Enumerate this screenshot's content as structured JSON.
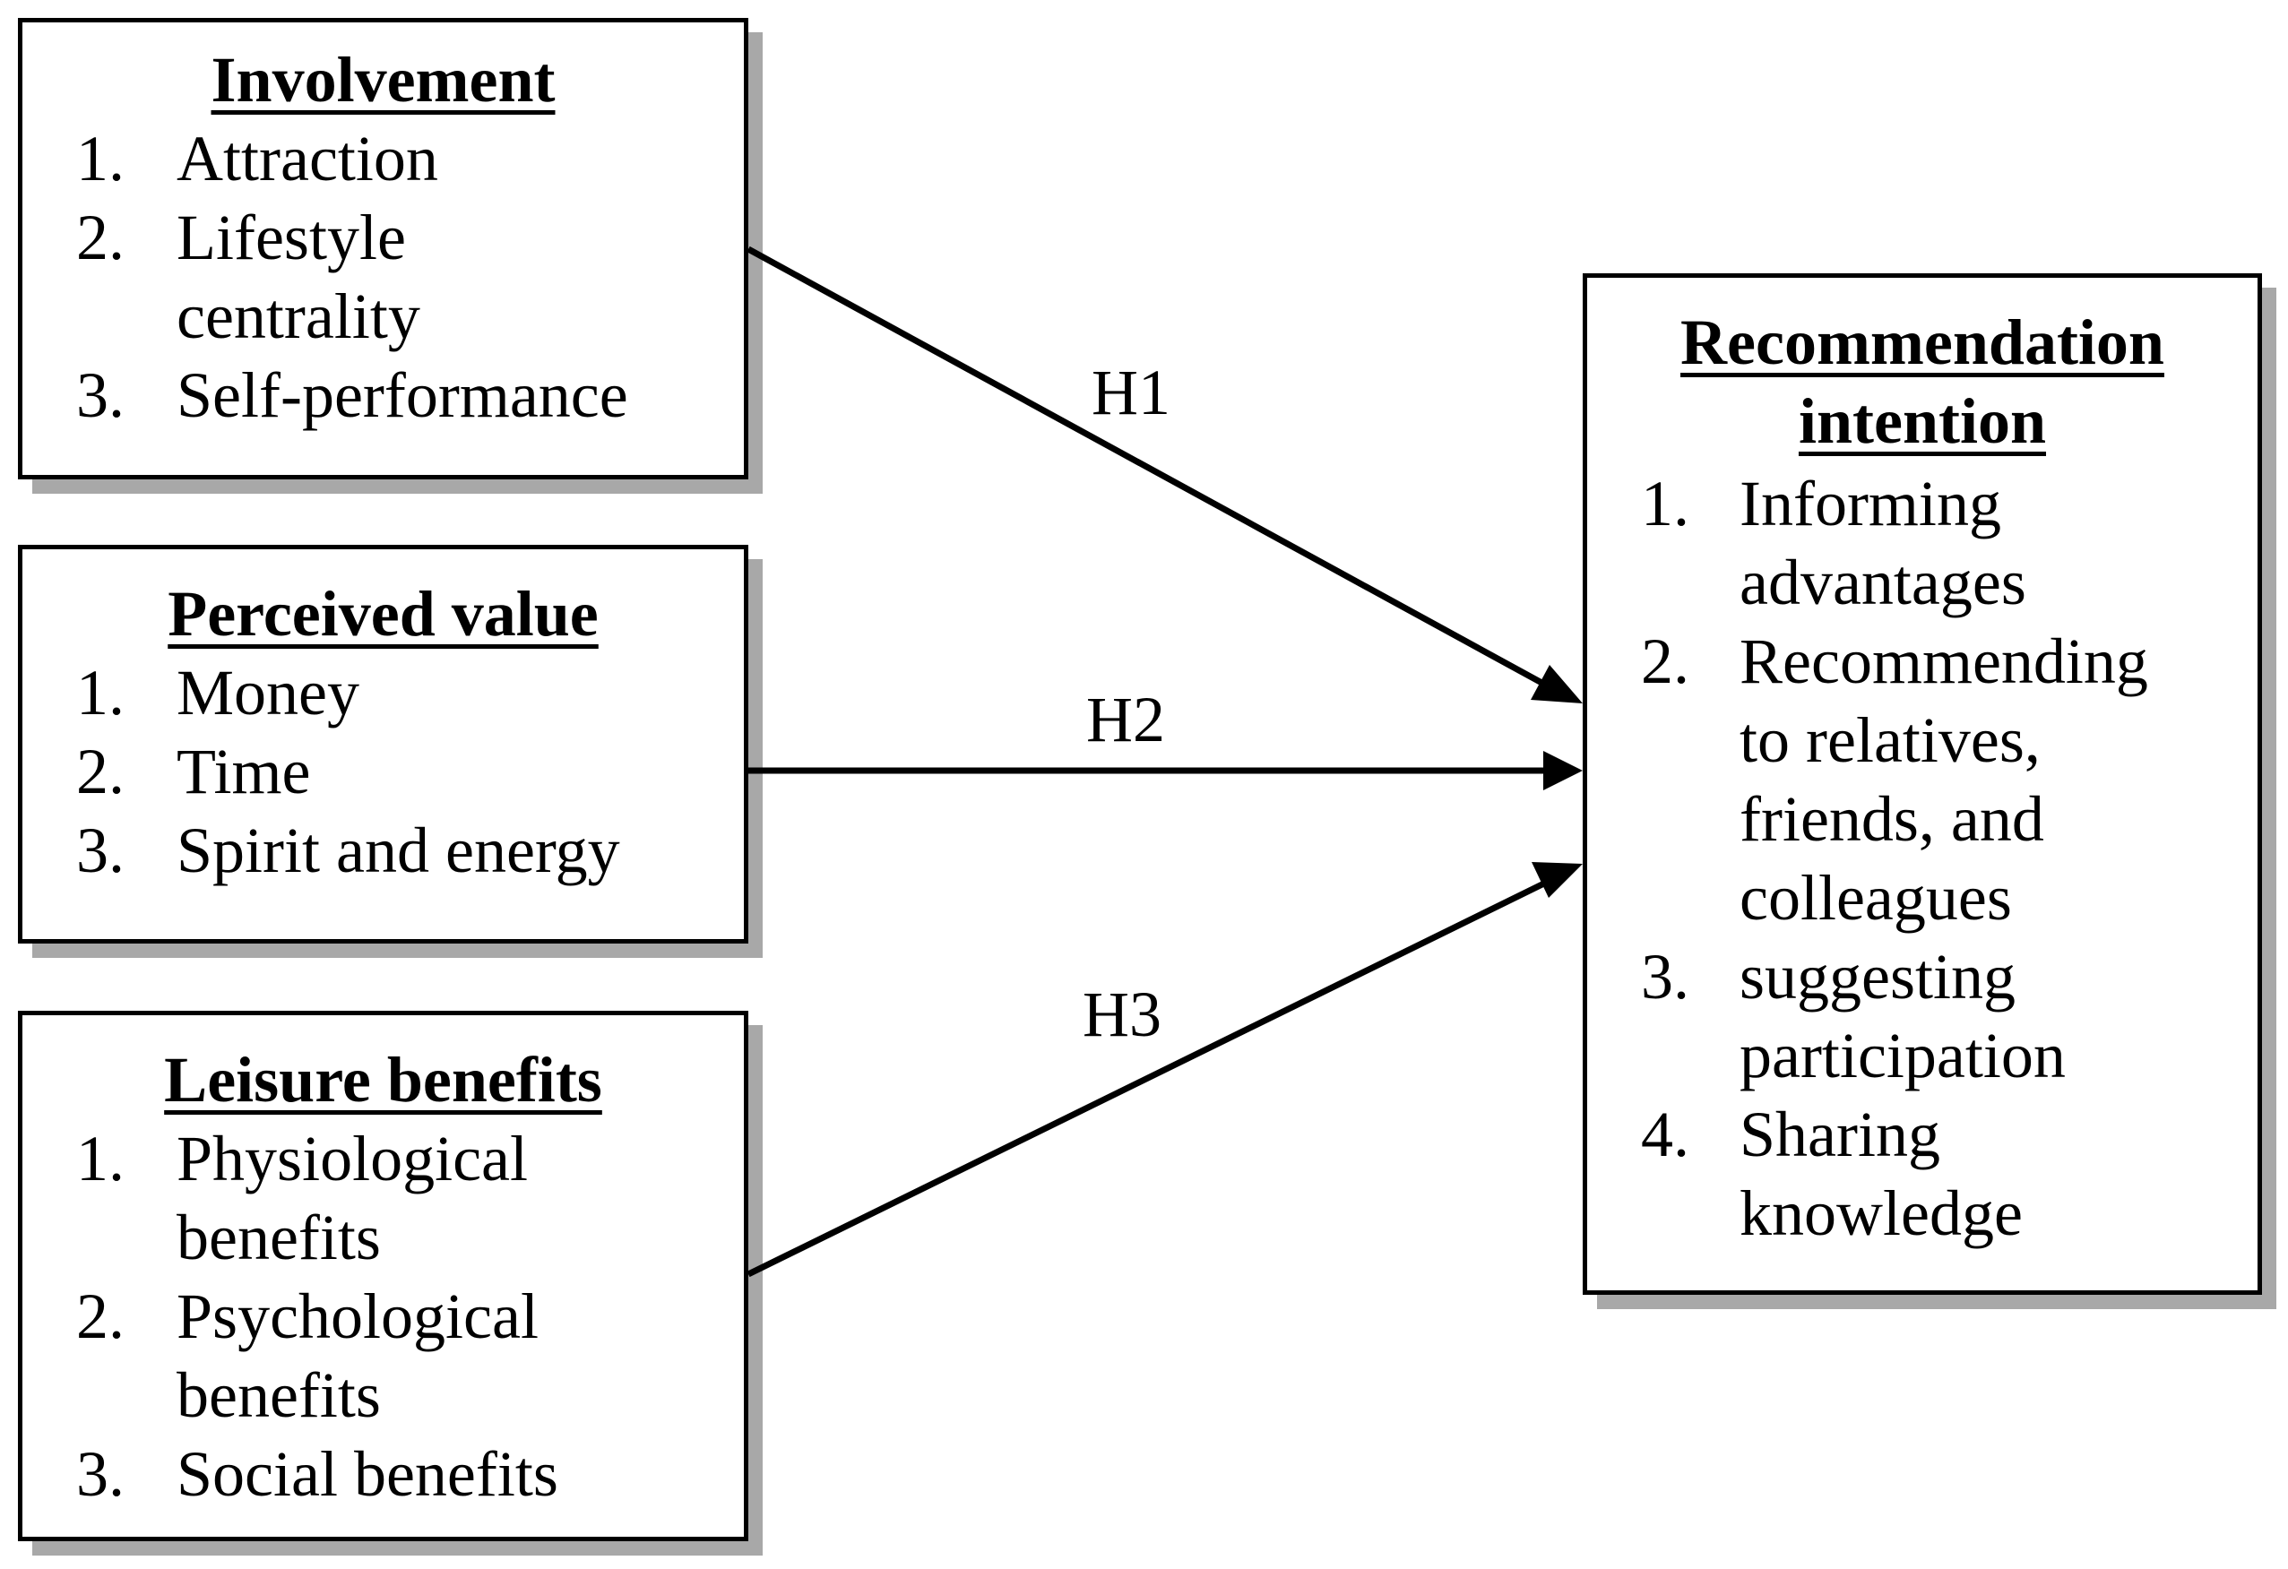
{
  "boxes": {
    "involvement": {
      "title": "Involvement",
      "items": [
        {
          "num": "1.",
          "text": "Attraction"
        },
        {
          "num": "2.",
          "text": "Lifestyle centrality"
        },
        {
          "num": "3.",
          "text": "Self-performance"
        }
      ]
    },
    "perceived_value": {
      "title": "Perceived value",
      "items": [
        {
          "num": "1.",
          "text": "Money"
        },
        {
          "num": "2.",
          "text": "Time"
        },
        {
          "num": "3.",
          "text": "Spirit and energy"
        }
      ]
    },
    "leisure_benefits": {
      "title": "Leisure benefits",
      "items": [
        {
          "num": "1.",
          "text": "Physiological benefits"
        },
        {
          "num": "2.",
          "text": "Psychological benefits"
        },
        {
          "num": "3.",
          "text": "Social benefits"
        }
      ]
    },
    "recommendation_intention": {
      "title": "Recommendation intention",
      "items": [
        {
          "num": "1.",
          "text": "Informing advantages"
        },
        {
          "num": "2.",
          "text": "Recommending to relatives, friends, and colleagues"
        },
        {
          "num": "3.",
          "text": "suggesting participation"
        },
        {
          "num": "4.",
          "text": "Sharing knowledge"
        }
      ]
    }
  },
  "hypotheses": {
    "h1": "H1",
    "h2": "H2",
    "h3": "H3"
  },
  "colors": {
    "line": "#000000",
    "shadow": "#a8a8a8",
    "background": "#ffffff"
  }
}
